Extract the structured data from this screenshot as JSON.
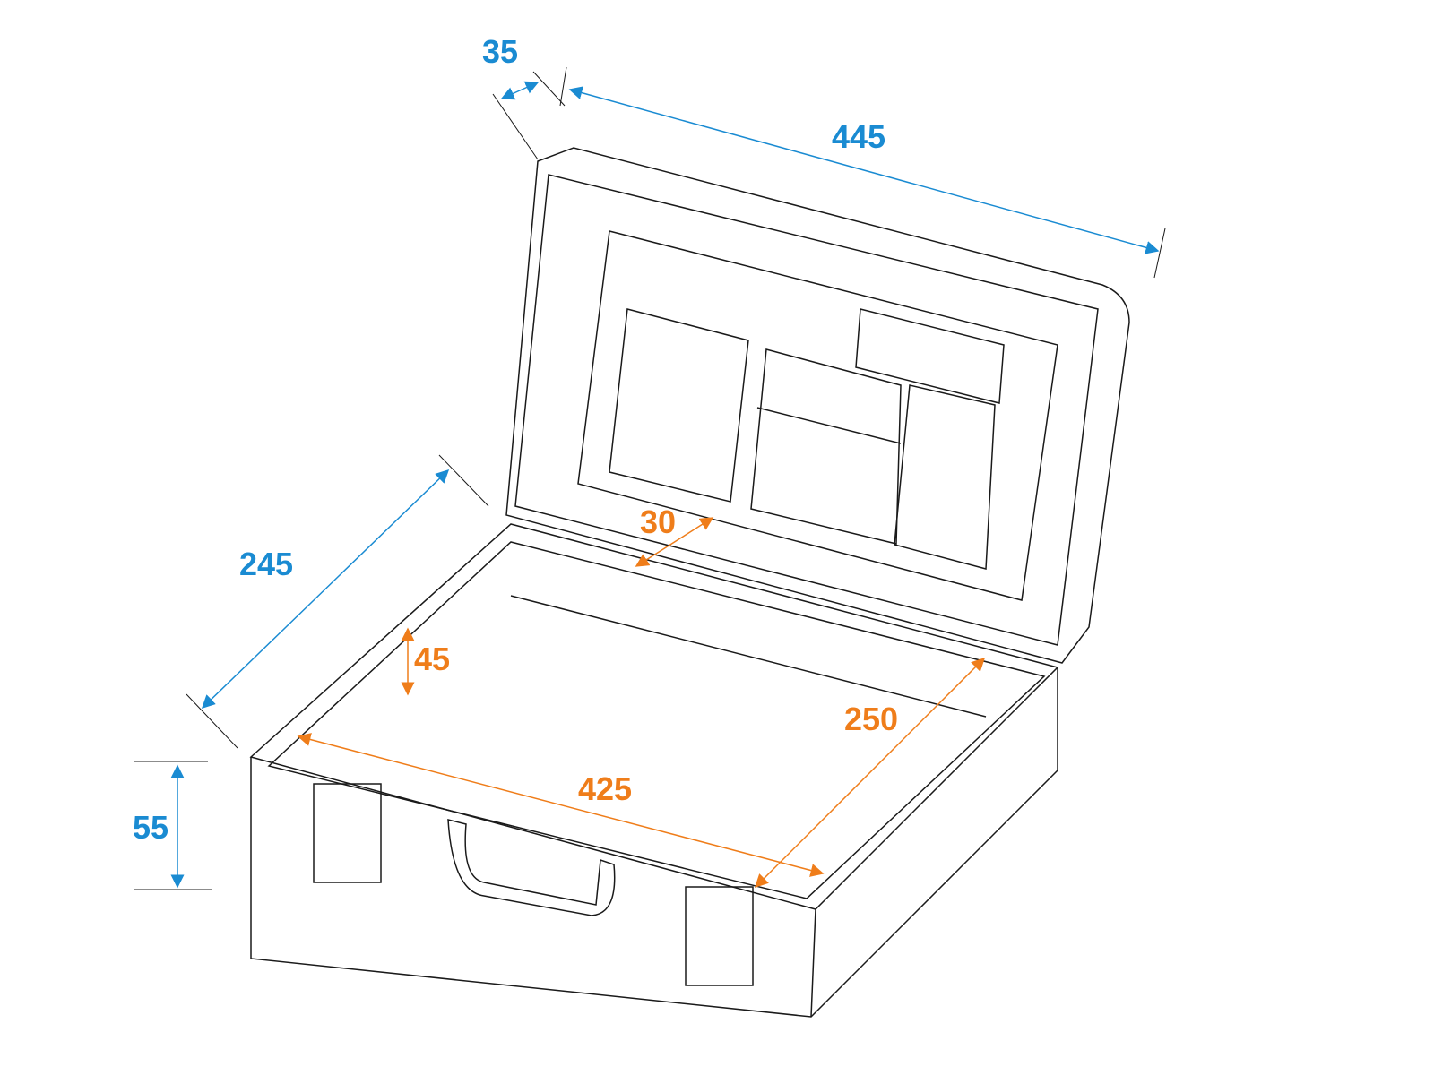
{
  "diagram": {
    "subject": "Open flight case with dimensions (mm)",
    "colors": {
      "outer_dimension": "#1a8bd2",
      "inner_dimension": "#ef7d1a",
      "line": "#1a1a1a"
    },
    "outer_dimensions": [
      {
        "id": "lid_depth",
        "label": "35"
      },
      {
        "id": "width",
        "label": "445"
      },
      {
        "id": "depth",
        "label": "245"
      },
      {
        "id": "height",
        "label": "55"
      }
    ],
    "inner_dimensions": [
      {
        "id": "lid_inner_depth",
        "label": "30"
      },
      {
        "id": "base_inner_depth",
        "label": "45"
      },
      {
        "id": "inner_width",
        "label": "425"
      },
      {
        "id": "inner_depth",
        "label": "250"
      }
    ]
  }
}
